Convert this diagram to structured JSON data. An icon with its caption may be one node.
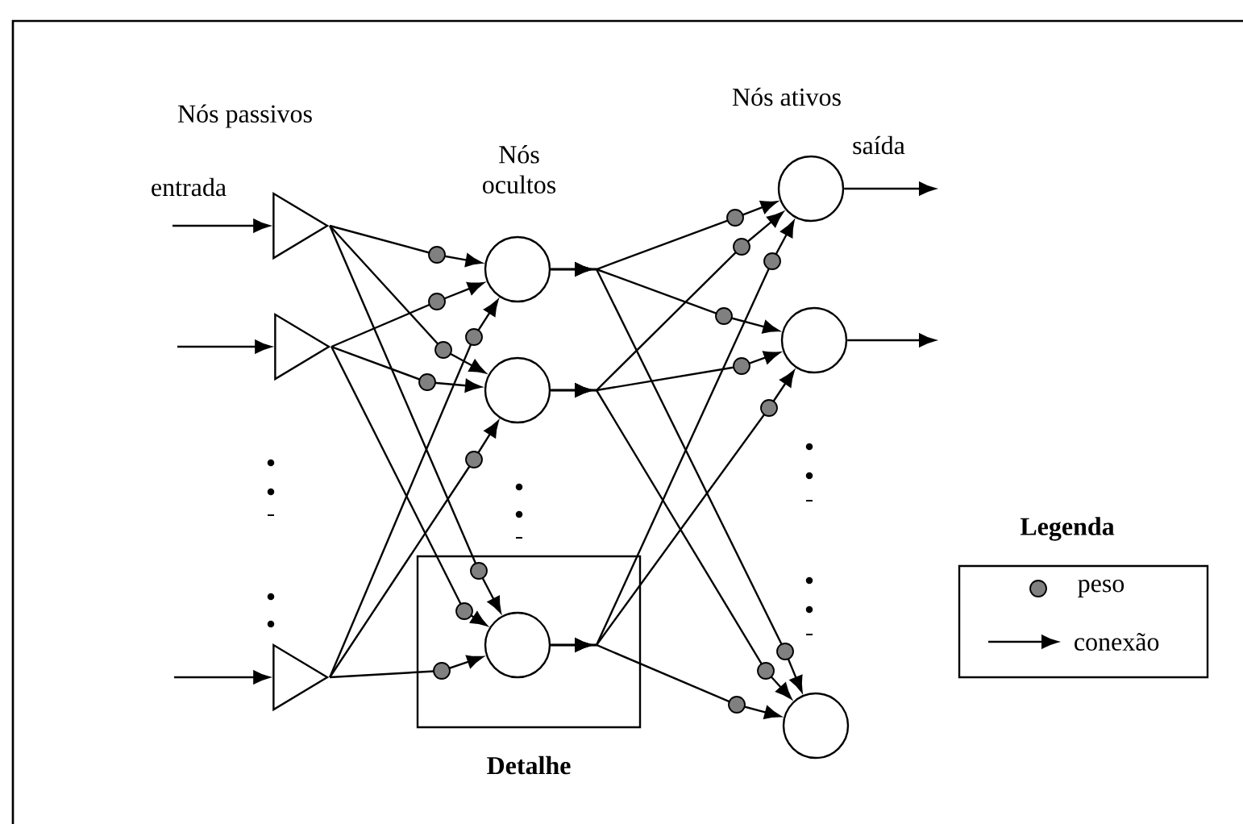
{
  "diagram": {
    "nodes": [
      {
        "text": [],
        "shape": "triangle"
      },
      {
        "text": [],
        "shape": "triangle"
      },
      {
        "text": [],
        "shape": "triangle"
      },
      {
        "text": [],
        "shape": "circle"
      },
      {
        "text": [],
        "shape": "circle"
      },
      {
        "text": [
          "Detalhe"
        ]
      },
      {
        "text": [],
        "shape": "circle",
        "in": 5
      },
      {
        "text": [],
        "shape": "circle"
      },
      {
        "text": [],
        "shape": "circle"
      },
      {
        "text": [],
        "shape": "circle"
      }
    ],
    "edges": [
      {
        "from": null,
        "to": 0,
        "arrow": "to"
      },
      {
        "from": null,
        "to": 1,
        "arrow": "to"
      },
      {
        "from": null,
        "to": 2,
        "arrow": "to"
      },
      {
        "from": 0,
        "to": 3,
        "arrow": "to"
      },
      {
        "from": 0,
        "to": 4,
        "arrow": "to"
      },
      {
        "from": 0,
        "to": 6,
        "arrow": "to"
      },
      {
        "from": 1,
        "to": 3,
        "arrow": "to"
      },
      {
        "from": 1,
        "to": 4,
        "arrow": "to"
      },
      {
        "from": 1,
        "to": 6,
        "arrow": "to"
      },
      {
        "from": 2,
        "to": 3,
        "arrow": "to"
      },
      {
        "from": 2,
        "to": 4,
        "arrow": "to"
      },
      {
        "from": 2,
        "to": 6,
        "arrow": "to"
      },
      {
        "from": 3,
        "to": 7,
        "arrow": "to"
      },
      {
        "from": 3,
        "to": 8,
        "arrow": "to"
      },
      {
        "from": 3,
        "to": 9,
        "arrow": "to"
      },
      {
        "from": 4,
        "to": 7,
        "arrow": "to"
      },
      {
        "from": 4,
        "to": 8,
        "arrow": "to"
      },
      {
        "from": 4,
        "to": 9,
        "arrow": "to"
      },
      {
        "from": 6,
        "to": 7,
        "arrow": "to"
      },
      {
        "from": 6,
        "to": 8,
        "arrow": "to"
      },
      {
        "from": 6,
        "to": 9,
        "arrow": "to"
      },
      {
        "from": 7,
        "to": null,
        "arrow": "to"
      },
      {
        "from": 8,
        "to": null,
        "arrow": "to"
      }
    ],
    "labels": [
      "Nós ativos",
      "Nós passivos",
      "Nós ocultos",
      "saída",
      "entrada",
      "Legenda"
    ],
    "legend": [
      {
        "text": "peso"
      },
      {
        "text": "conexão"
      }
    ]
  }
}
